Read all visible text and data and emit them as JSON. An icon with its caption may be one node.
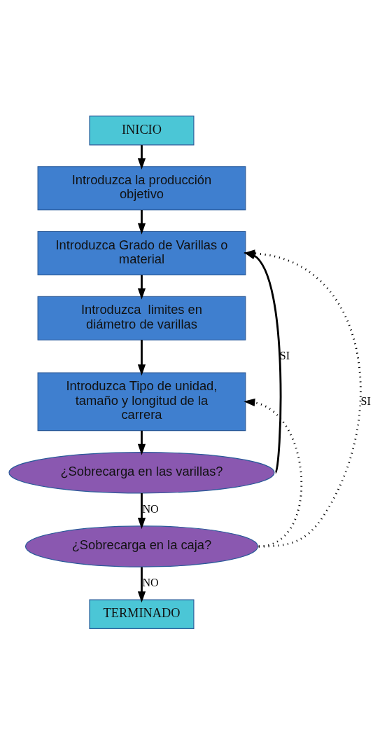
{
  "diagram": {
    "nodes": [
      {
        "text": [
          "INICIO"
        ]
      },
      {
        "text": [
          "Introduzca la producción objetivo"
        ]
      },
      {
        "text": [
          "Introduzca Grado de Varillas o material"
        ]
      },
      {
        "text": [
          "Introduzca  limites en diámetro de varillas"
        ]
      },
      {
        "text": [
          "Introduzca Tipo de unidad, tamaño y longitud de la carrera"
        ]
      },
      {
        "text": [
          "¿Sobrecarga en las varillas?"
        ]
      },
      {
        "text": [
          "¿Sobrecarga en la caja?"
        ]
      },
      {
        "text": [
          "TERMINADO"
        ]
      }
    ],
    "edges": [
      {
        "from": 0,
        "to": 1,
        "arrow": "to"
      },
      {
        "from": 1,
        "to": 2,
        "arrow": "to"
      },
      {
        "from": 2,
        "to": 3,
        "arrow": "to"
      },
      {
        "from": 3,
        "to": 4,
        "arrow": "to"
      },
      {
        "from": 4,
        "to": 5,
        "arrow": "to"
      },
      {
        "from": 5,
        "to": 6,
        "arrow": "to",
        "label": "NO"
      },
      {
        "from": 6,
        "to": 7,
        "arrow": "to",
        "label": "NO"
      },
      {
        "from": 5,
        "to": 2,
        "arrow": "to",
        "label": "SI"
      },
      {
        "from": 6,
        "to": 2,
        "arrow": "to",
        "style": "dashed",
        "label": "SI"
      },
      {
        "from": 6,
        "to": 4,
        "arrow": "to",
        "style": "dashed"
      }
    ]
  }
}
